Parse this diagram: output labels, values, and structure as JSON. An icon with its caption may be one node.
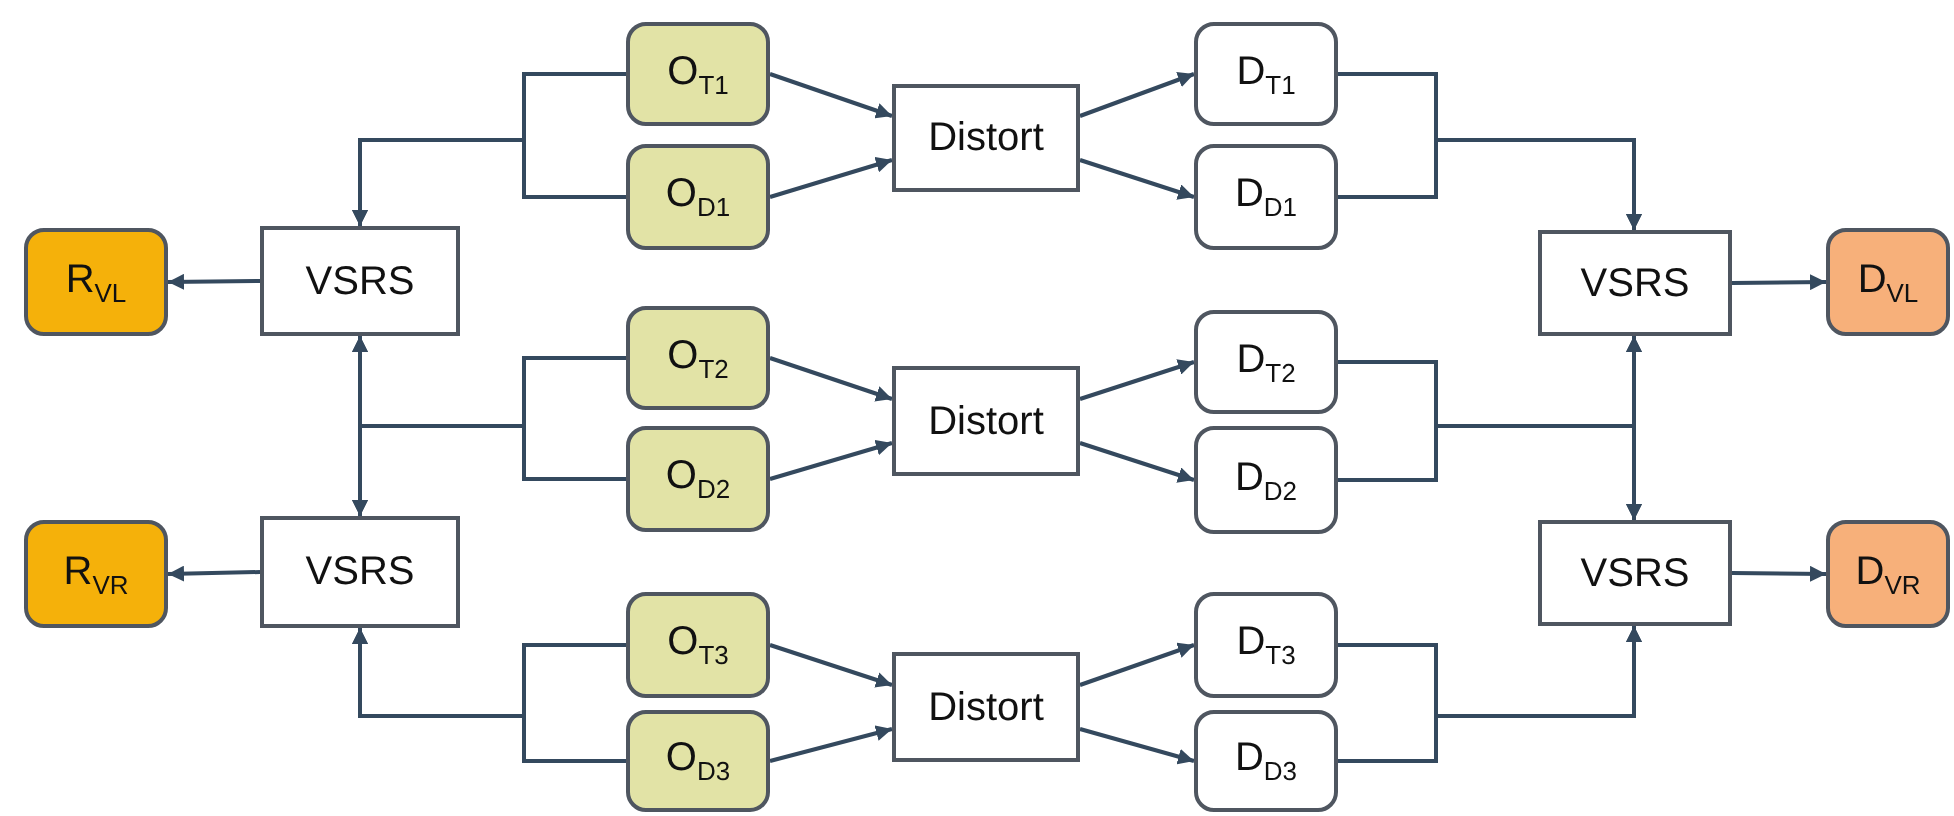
{
  "diagram": {
    "nodes": [
      {
        "text": [
          "O$_{T1}$"
        ]
      },
      {
        "text": [
          "O$_{D1}$"
        ]
      },
      {
        "text": [
          "Distort"
        ]
      },
      {
        "text": [
          "D$_{T1}$"
        ]
      },
      {
        "text": [
          "D$_{D1}$"
        ]
      },
      {
        "text": [
          "R$_{VL}$"
        ]
      },
      {
        "text": [
          "VSRS"
        ]
      },
      {
        "text": [
          "VSRS"
        ]
      },
      {
        "text": [
          "D$_{VL}$"
        ]
      },
      {
        "text": [
          "O$_{T2}$"
        ]
      },
      {
        "text": [
          "O$_{D2}$"
        ]
      },
      {
        "text": [
          "Distort"
        ]
      },
      {
        "text": [
          "D$_{T2}$"
        ]
      },
      {
        "text": [
          "D$_{D2}$"
        ]
      },
      {
        "text": [
          "R$_{VR}$"
        ]
      },
      {
        "text": [
          "VSRS"
        ]
      },
      {
        "text": [
          "VSRS"
        ]
      },
      {
        "text": [
          "D$_{VR}$"
        ]
      },
      {
        "text": [
          "O$_{T3}$"
        ]
      },
      {
        "text": [
          "O$_{D3}$"
        ]
      },
      {
        "text": [
          "Distort"
        ]
      },
      {
        "text": [
          "D$_{T3}$"
        ]
      },
      {
        "text": [
          "D$_{D3}$"
        ]
      }
    ],
    "edges": [
      {
        "from": 0,
        "to": 2,
        "arrow": "to"
      },
      {
        "from": 1,
        "to": 2,
        "arrow": "to"
      },
      {
        "from": 2,
        "to": 3,
        "arrow": "to"
      },
      {
        "from": 2,
        "to": 4,
        "arrow": "to"
      },
      {
        "from": 0,
        "to": 6,
        "arrow": "to"
      },
      {
        "from": 1,
        "to": 6,
        "arrow": "to"
      },
      {
        "from": 6,
        "to": 5,
        "arrow": "to"
      },
      {
        "from": 3,
        "to": 7,
        "arrow": "to"
      },
      {
        "from": 4,
        "to": 7,
        "arrow": "to"
      },
      {
        "from": 7,
        "to": 8,
        "arrow": "to"
      },
      {
        "from": 9,
        "to": 11,
        "arrow": "to"
      },
      {
        "from": 10,
        "to": 11,
        "arrow": "to"
      },
      {
        "from": 11,
        "to": 12,
        "arrow": "to"
      },
      {
        "from": 11,
        "to": 13,
        "arrow": "to"
      },
      {
        "from": 9,
        "to": 6,
        "arrow": "to"
      },
      {
        "from": 10,
        "to": 6,
        "arrow": "to"
      },
      {
        "from": 9,
        "to": 15,
        "arrow": "to"
      },
      {
        "from": 10,
        "to": 15,
        "arrow": "to"
      },
      {
        "from": 12,
        "to": 7,
        "arrow": "to"
      },
      {
        "from": 13,
        "to": 7,
        "arrow": "to"
      },
      {
        "from": 12,
        "to": 16,
        "arrow": "to"
      },
      {
        "from": 13,
        "to": 16,
        "arrow": "to"
      },
      {
        "from": 15,
        "to": 14,
        "arrow": "to"
      },
      {
        "from": 16,
        "to": 17,
        "arrow": "to"
      },
      {
        "from": 18,
        "to": 20,
        "arrow": "to"
      },
      {
        "from": 19,
        "to": 20,
        "arrow": "to"
      },
      {
        "from": 20,
        "to": 21,
        "arrow": "to"
      },
      {
        "from": 20,
        "to": 22,
        "arrow": "to"
      },
      {
        "from": 18,
        "to": 15,
        "arrow": "to"
      },
      {
        "from": 19,
        "to": 15,
        "arrow": "to"
      },
      {
        "from": 21,
        "to": 16,
        "arrow": "to"
      },
      {
        "from": 22,
        "to": 16,
        "arrow": "to"
      }
    ]
  }
}
